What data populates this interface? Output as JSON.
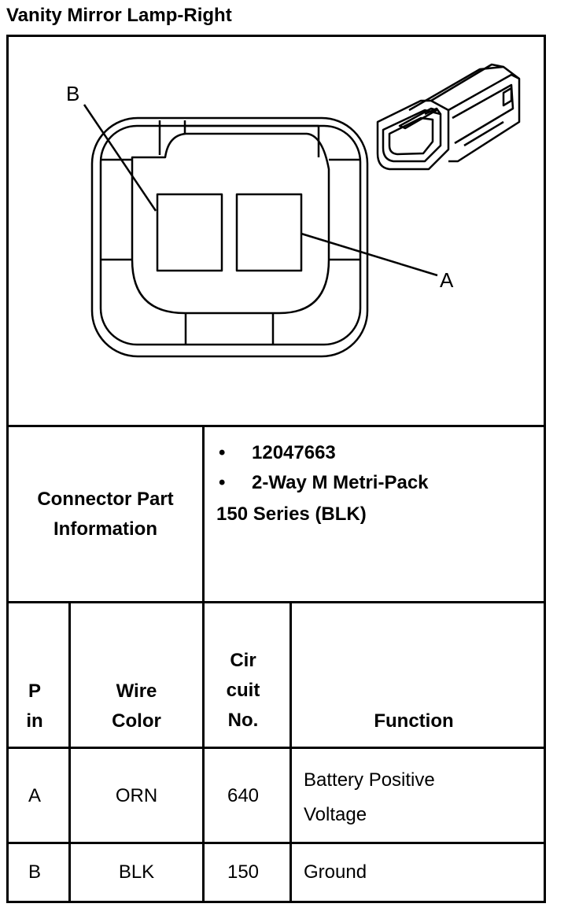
{
  "title": "Vanity Mirror Lamp-Right",
  "diagram": {
    "pin_label_a": "A",
    "pin_label_b": "B",
    "connector_face_icon": "connector-face-icon",
    "connector_3d_icon": "connector-isometric-icon"
  },
  "connector_info": {
    "label_line1": "Connector Part",
    "label_line2": "Information",
    "bullet": "•",
    "items": [
      "12047663",
      "2-Way M Metri-Pack"
    ],
    "continuation": "150 Series (BLK)"
  },
  "table": {
    "headers": {
      "pin": [
        "P",
        "in"
      ],
      "wire_color": [
        "Wire",
        "Color"
      ],
      "circuit": [
        "Cir",
        "cuit",
        "No."
      ],
      "function": "Function"
    },
    "rows": [
      {
        "pin": "A",
        "wire_color": "ORN",
        "circuit": "640",
        "function": [
          "Battery Positive",
          "Voltage"
        ]
      },
      {
        "pin": "B",
        "wire_color": "BLK",
        "circuit": "150",
        "function": [
          "Ground"
        ]
      }
    ]
  }
}
